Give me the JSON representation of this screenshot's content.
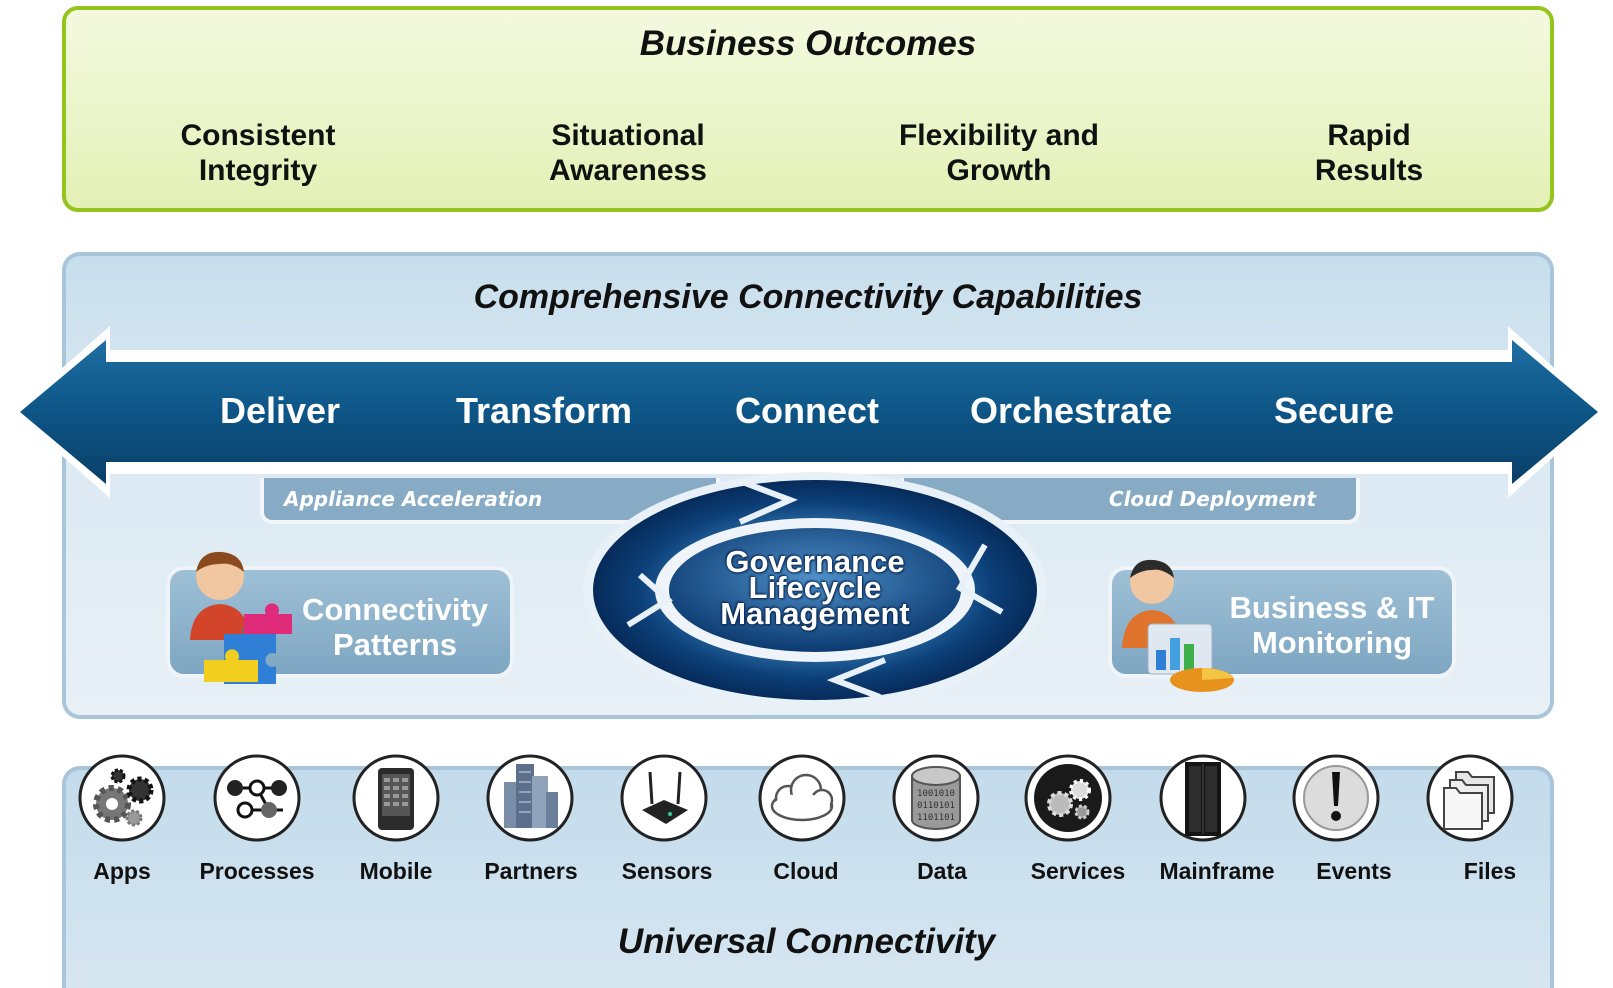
{
  "outcomes": {
    "title": "Business Outcomes",
    "items": [
      {
        "line1": "Consistent",
        "line2": "Integrity"
      },
      {
        "line1": "Situational",
        "line2": "Awareness"
      },
      {
        "line1": "Flexibility and",
        "line2": "Growth"
      },
      {
        "line1": "Rapid",
        "line2": "Results"
      }
    ]
  },
  "capabilities": {
    "title": "Comprehensive Connectivity Capabilities",
    "verbs": [
      "Deliver",
      "Transform",
      "Connect",
      "Orchestrate",
      "Secure"
    ],
    "left_tab": "Appliance Acceleration",
    "right_tab": "Cloud Deployment",
    "left_panel": {
      "line1": "Connectivity",
      "line2": "Patterns"
    },
    "right_panel": {
      "line1": "Business & IT",
      "line2": "Monitoring"
    },
    "governance": [
      "Governance",
      "Lifecycle",
      "Management"
    ]
  },
  "sources": {
    "title": "Universal Connectivity",
    "items": [
      {
        "label": "Apps",
        "icon": "gears-icon"
      },
      {
        "label": "Processes",
        "icon": "process-flow-icon"
      },
      {
        "label": "Mobile",
        "icon": "mobile-phone-icon"
      },
      {
        "label": "Partners",
        "icon": "buildings-icon"
      },
      {
        "label": "Sensors",
        "icon": "router-icon"
      },
      {
        "label": "Cloud",
        "icon": "cloud-icon"
      },
      {
        "label": "Data",
        "icon": "database-icon"
      },
      {
        "label": "Services",
        "icon": "services-gears-icon"
      },
      {
        "label": "Mainframe",
        "icon": "mainframe-icon"
      },
      {
        "label": "Events",
        "icon": "alert-icon"
      },
      {
        "label": "Files",
        "icon": "folders-icon"
      }
    ]
  },
  "colors": {
    "outcomes_border": "#93c51e",
    "arrow_dark": "#0c4a78",
    "arrow_light": "#2a79ac",
    "panel_blue": "#88abc5"
  }
}
